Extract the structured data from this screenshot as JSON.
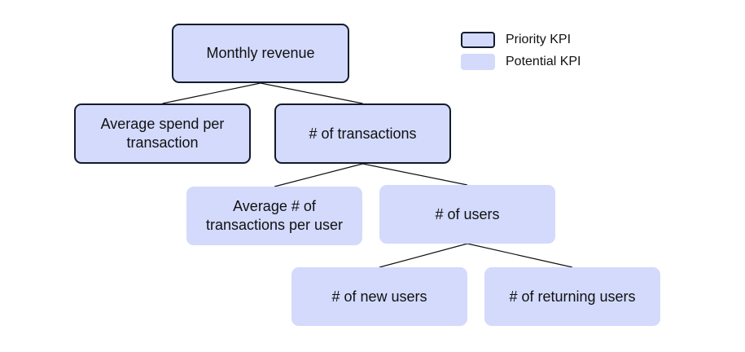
{
  "diagram": {
    "nodes": [
      {
        "id": "monthly-revenue",
        "label": "Monthly revenue",
        "kind": "priority"
      },
      {
        "id": "avg-spend",
        "label": "Average spend per transaction",
        "kind": "priority"
      },
      {
        "id": "transactions",
        "label": "# of transactions",
        "kind": "priority"
      },
      {
        "id": "avg-transactions",
        "label": "Average # of transactions per user",
        "kind": "potential"
      },
      {
        "id": "users",
        "label": "# of users",
        "kind": "potential"
      },
      {
        "id": "new-users",
        "label": "# of new users",
        "kind": "potential"
      },
      {
        "id": "returning-users",
        "label": "# of returning users",
        "kind": "potential"
      }
    ],
    "edges": [
      {
        "from": "monthly-revenue",
        "to": "avg-spend"
      },
      {
        "from": "monthly-revenue",
        "to": "transactions"
      },
      {
        "from": "transactions",
        "to": "avg-transactions"
      },
      {
        "from": "transactions",
        "to": "users"
      },
      {
        "from": "users",
        "to": "new-users"
      },
      {
        "from": "users",
        "to": "returning-users"
      }
    ]
  },
  "legend": {
    "priority_label": "Priority KPI",
    "potential_label": "Potential KPI"
  },
  "colors": {
    "node_fill": "#d3dafc",
    "priority_border": "#121c2b",
    "connector": "#111111"
  }
}
